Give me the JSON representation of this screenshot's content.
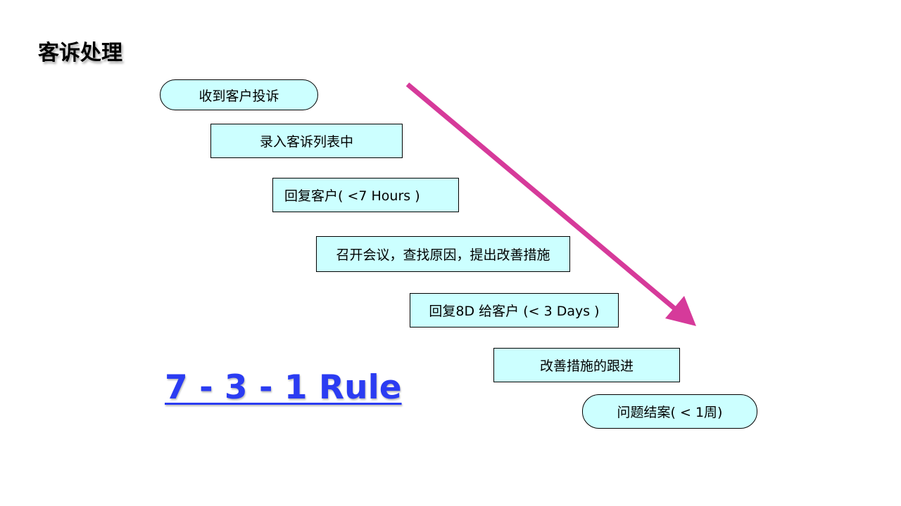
{
  "title": "客诉处理",
  "steps": [
    "收到客户投诉",
    "录入客诉列表中",
    "回复客户( <7 Hours )",
    "召开会议，查找原因，提出改善措施",
    "回复8D 给客户 (< 3 Days )",
    "改善措施的跟进",
    "问题结案( < 1周)"
  ],
  "rule_label": "7 - 3 - 1 Rule",
  "colors": {
    "box_fill": "#ccffff",
    "arrow": "#d63a9a",
    "rule_text": "#2b3cf2"
  }
}
